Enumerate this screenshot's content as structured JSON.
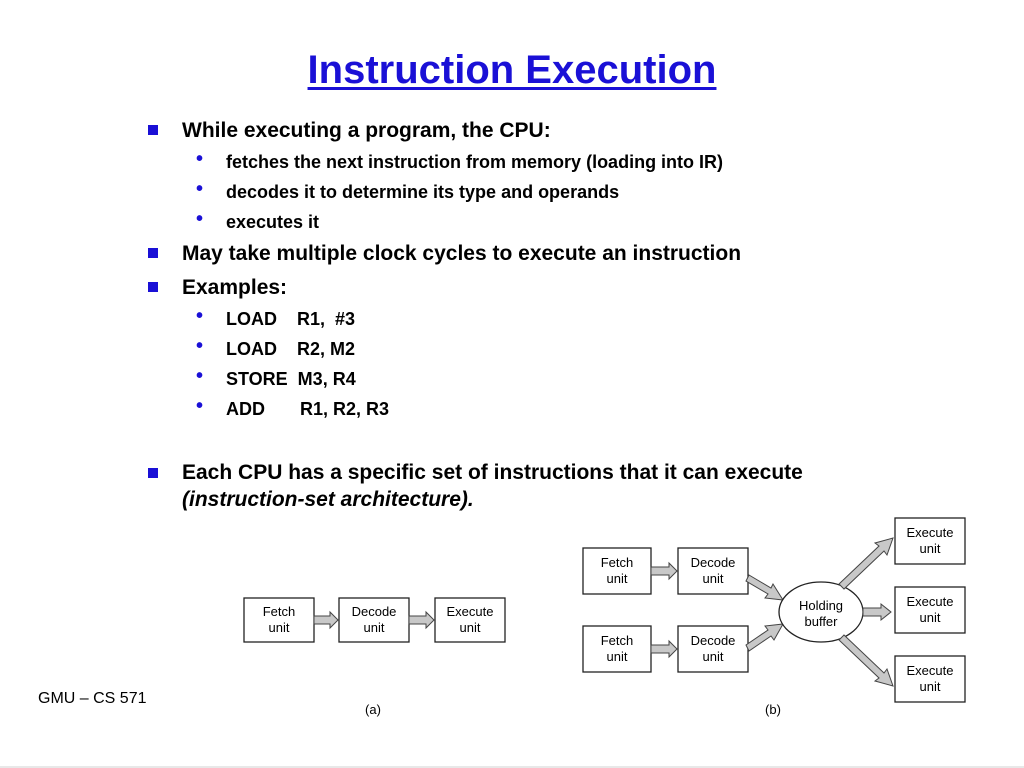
{
  "slide": {
    "title": "Instruction Execution",
    "bullets": [
      {
        "text": "While executing a program, the CPU:"
      },
      {
        "text": "fetches the next instruction from memory (loading into IR)"
      },
      {
        "text": "decodes it to determine its type and operands"
      },
      {
        "text": "executes it"
      },
      {
        "text": "May take multiple clock cycles to execute an instruction"
      },
      {
        "text": "Examples:"
      },
      {
        "text": "LOAD    R1,  #3"
      },
      {
        "text": "LOAD    R2, M2"
      },
      {
        "text": "STORE  M3, R4"
      },
      {
        "text": "ADD       R1, R2, R3"
      },
      {
        "text": "Each CPU has a specific set of instructions that it can execute"
      },
      {
        "text": "(instruction-set architecture)."
      }
    ],
    "footer": "GMU – CS 571"
  },
  "figure_a": {
    "label": "(a)",
    "boxes": [
      {
        "line1": "Fetch",
        "line2": "unit"
      },
      {
        "line1": "Decode",
        "line2": "unit"
      },
      {
        "line1": "Execute",
        "line2": "unit"
      }
    ]
  },
  "figure_b": {
    "label": "(b)",
    "fetch": {
      "line1": "Fetch",
      "line2": "unit"
    },
    "decode": {
      "line1": "Decode",
      "line2": "unit"
    },
    "buffer": {
      "line1": "Holding",
      "line2": "buffer"
    },
    "execute": {
      "line1": "Execute",
      "line2": "unit"
    }
  },
  "colors": {
    "accent": "#1a10d6",
    "text": "#000000",
    "arrow_fill": "#c8c8c8"
  }
}
